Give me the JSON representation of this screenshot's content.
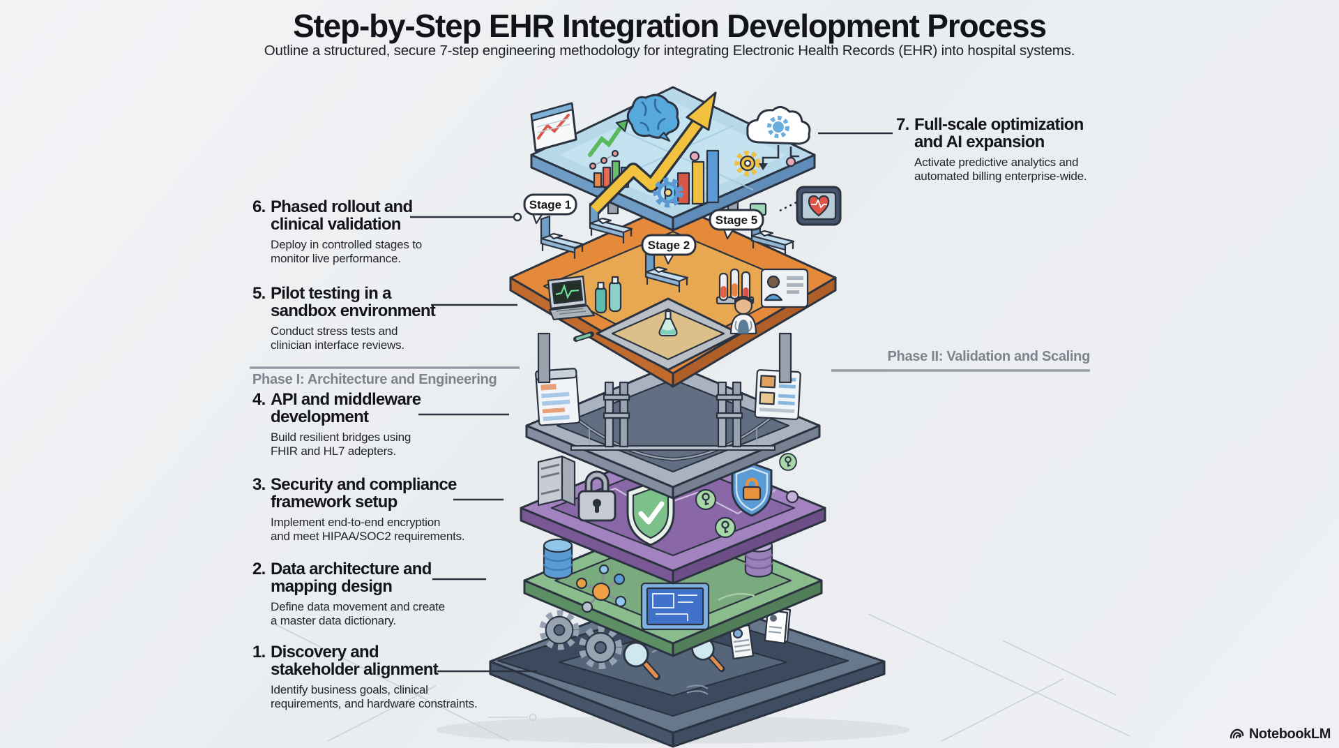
{
  "header": {
    "title": "Step-by-Step EHR Integration Development Process",
    "subtitle": "Outline a structured, secure 7-step engineering methodology for integrating Electronic Health Records (EHR) into hospital systems."
  },
  "steps": {
    "s1": {
      "num": "1.",
      "t1": "Discovery and",
      "t2": "stakeholder alignment",
      "d1": "Identify business goals, clinical",
      "d2": "requirements, and hardware constraints."
    },
    "s2": {
      "num": "2.",
      "t1": "Data architecture and",
      "t2": "mapping design",
      "d1": "Define data movement and create",
      "d2": "a master data dictionary."
    },
    "s3": {
      "num": "3.",
      "t1": "Security and compliance",
      "t2": "framework setup",
      "d1": "Implement end-to-end encryption",
      "d2": "and meet HIPAA/SOC2 requirements."
    },
    "s4": {
      "num": "4.",
      "t1": "API and middleware",
      "t2": "development",
      "d1": "Build resilient bridges using",
      "d2": "FHIR and HL7 adepters."
    },
    "s5": {
      "num": "5.",
      "t1": "Pilot testing in a",
      "t2": "sandbox environment",
      "d1": "Conduct stress tests and",
      "d2": "clinician interface reviews."
    },
    "s6": {
      "num": "6.",
      "t1": "Phased rollout and",
      "t2": "clinical validation",
      "d1": "Deploy in controlled stages to",
      "d2": "monitor live performance."
    },
    "s7": {
      "num": "7.",
      "t1": "Full-scale optimization",
      "t2": "and AI expansion",
      "d1": "Activate predictive analytics and",
      "d2": "automated billing enterprise-wide."
    }
  },
  "phase_labels": {
    "phase1": "Phase I: Architecture and Engineering",
    "phase2": "Phase II: Validation and Scaling"
  },
  "stage_callouts": {
    "stage1": "Stage 1",
    "stage2": "Stage 2",
    "stage5": "Stage 5"
  },
  "brand": {
    "name": "NotebookLM"
  },
  "colors": {
    "background": "#eef0f3",
    "text_dark": "#17181a",
    "phase_gray": "#7c838d",
    "connector": "#2b313c",
    "layer_analytics": "#b7d9e9",
    "layer_rollout": "#e5893b",
    "layer_sandbox": "#e8a851",
    "layer_bridge": "#a9b3c0",
    "layer_security": "#a383bf",
    "layer_data": "#8abc8e",
    "layer_base": "#67788c",
    "heart_red": "#e05548",
    "arrow_gold": "#f2c23e"
  }
}
